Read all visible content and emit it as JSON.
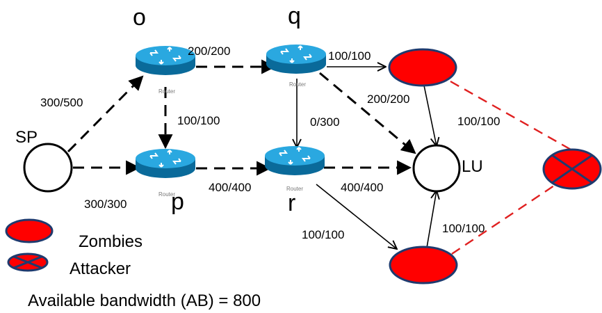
{
  "nodes": {
    "o": "o",
    "q": "q",
    "p": "p",
    "r": "r",
    "sp": "SP",
    "lu": "LU"
  },
  "router_caption": "Router",
  "edges": {
    "o_q": "200/200",
    "q_z1": "100/100",
    "sp_o": "300/500",
    "o_p": "100/100",
    "z1_lu": "200/200",
    "q_r": "0/300",
    "z1_att": "100/100",
    "sp_p": "300/300",
    "p_r": "400/400",
    "r_lu": "400/400",
    "r_z2": "100/100",
    "z2_lu": "100/100"
  },
  "legend": {
    "zombies": "Zombies",
    "attacker": "Attacker"
  },
  "footer": "Available bandwidth (AB) = 800",
  "colors": {
    "router": "#1f9bd3",
    "zombie": "#ff0000",
    "attack_line": "#e02020"
  }
}
